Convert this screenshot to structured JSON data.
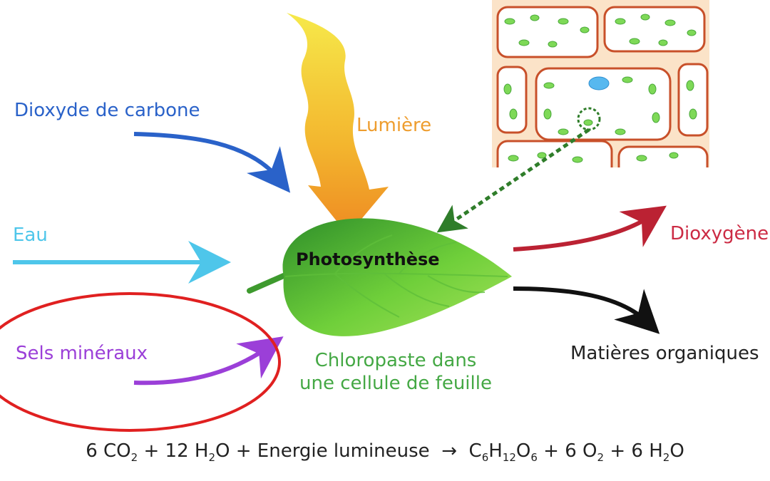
{
  "inputs": {
    "co2": "Dioxyde de carbone",
    "light": "Lumière",
    "water": "Eau",
    "minerals": "Sels minéraux"
  },
  "center": {
    "process": "Photosynthèse",
    "chloroplast_line1": "Chloropaste dans",
    "chloroplast_line2": "une cellule de feuille"
  },
  "outputs": {
    "o2": "Dioxygène",
    "organic": "Matières organiques"
  },
  "equation": {
    "n_co2": "6",
    "co2_base": "CO",
    "co2_sub": "2",
    "n_h2o": "12",
    "h2o_a": "H",
    "h2o_sub": "2",
    "h2o_b": "O",
    "energy": "Energie lumineuse",
    "arrow": "→",
    "glc_c": "C",
    "glc_c_sub": "6",
    "glc_h": "H",
    "glc_h_sub": "12",
    "glc_o": "O",
    "glc_o_sub": "6",
    "n_o2": "6",
    "o2_base": "O",
    "o2_sub": "2",
    "n_h2o_out": "6",
    "h2o_out_a": "H",
    "h2o_out_sub": "2",
    "h2o_out_b": "O"
  },
  "colors": {
    "co2": "#2a62c9",
    "light": "#ee9d2e",
    "water": "#4ec6ea",
    "minerals": "#9b3fd8",
    "chloroplast": "#44a844",
    "o2": "#cc2b44",
    "organic": "#222222",
    "highlight_ring": "#e02020"
  }
}
